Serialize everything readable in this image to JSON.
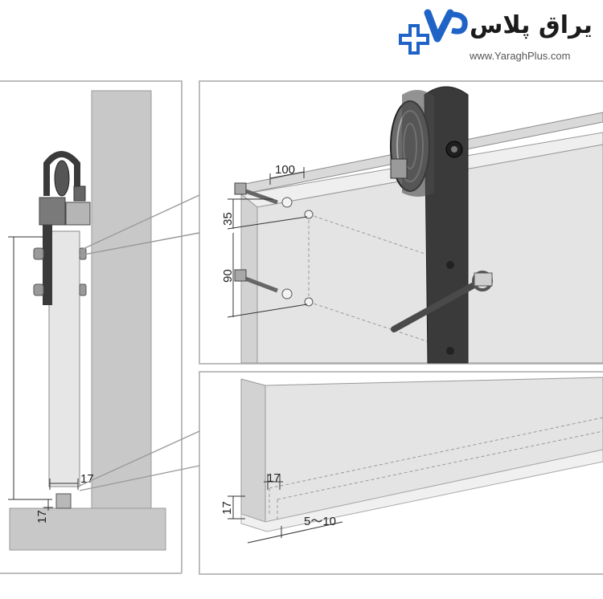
{
  "logo": {
    "brand_text": "یراق پلاس",
    "url": "www.YaraghPlus.com",
    "colors": {
      "blue": "#1f63c6",
      "dark": "#1b1b1b"
    }
  },
  "dimensions": {
    "horizontal_spacing": "100",
    "top_offset": "35",
    "vertical_spacing": "90",
    "side_gap": "17",
    "bottom_gap": "17",
    "detail_gap_top": "17",
    "detail_gap_side": "17",
    "guide_range": "5～10"
  },
  "colors": {
    "panel_border": "#bdbdbd",
    "wall": "#c8c8c8",
    "door": "#e4e4e4",
    "hardware": "#3a3a3a",
    "line": "#333333"
  }
}
